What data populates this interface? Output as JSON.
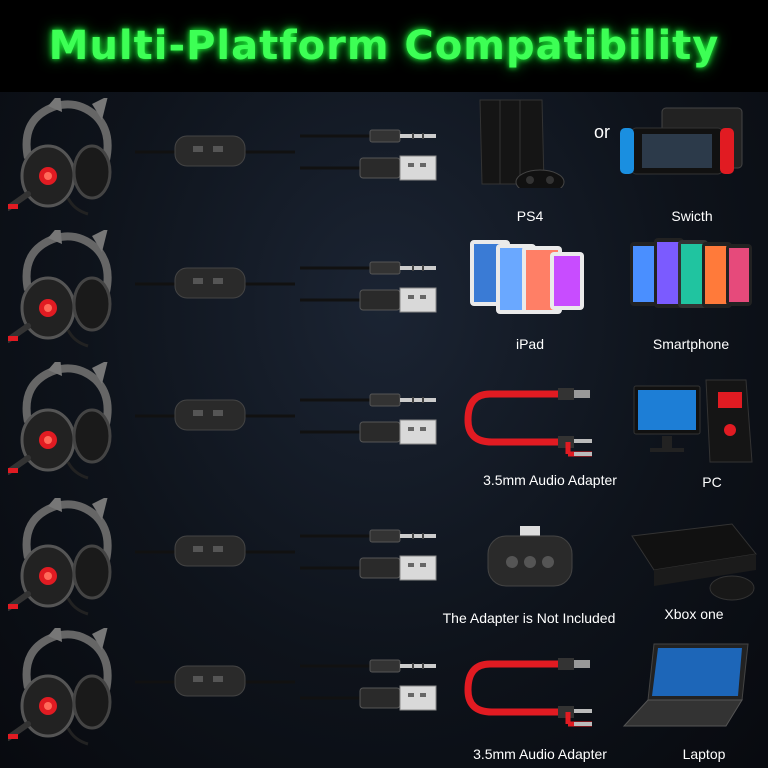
{
  "title": "Multi-Platform Compatibility",
  "connector_word": "or",
  "rows": [
    {
      "left_device": "PS4",
      "right_device": "Swicth"
    },
    {
      "left_device": "iPad",
      "right_device": "Smartphone"
    },
    {
      "left_device": "3.5mm Audio Adapter",
      "right_device": "PC"
    },
    {
      "left_device": "The Adapter is Not Included",
      "right_device": "Xbox one"
    },
    {
      "left_device": "3.5mm Audio Adapter",
      "right_device": "Laptop"
    }
  ],
  "colors": {
    "title": "#3dff55",
    "accent_red": "#e11b22",
    "background": "#0e131b"
  }
}
